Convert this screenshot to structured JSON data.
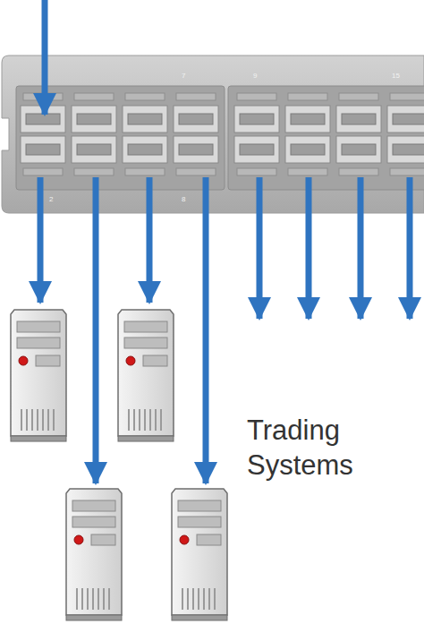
{
  "diagram": {
    "labels": [
      "7",
      "9",
      "15",
      "2",
      "8",
      "Trading Systems"
    ]
  }
}
